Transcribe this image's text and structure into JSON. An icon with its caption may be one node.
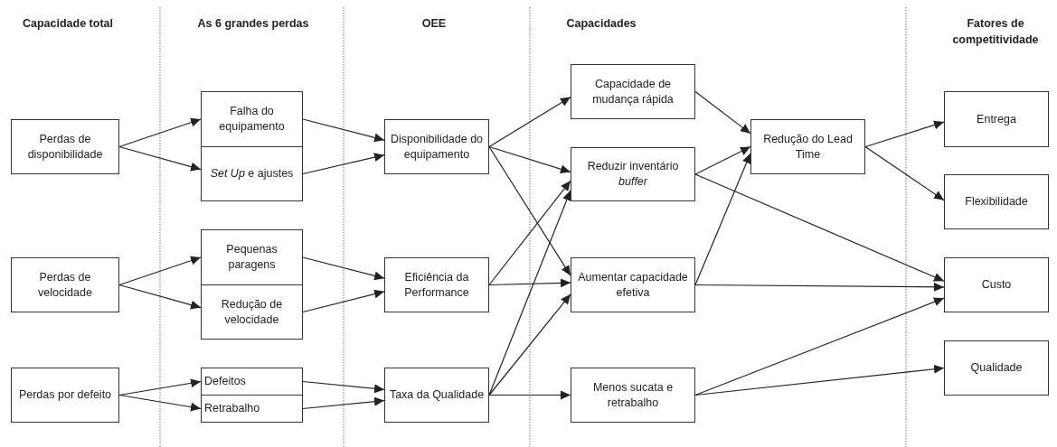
{
  "diagram": {
    "nodes": [
      {
        "text": [
          "Perdas de disponibilidade"
        ]
      },
      {
        "text": [
          "Falha do equipamento"
        ]
      },
      {
        "text": [
          "*Set Up* e ajustes"
        ]
      },
      {
        "text": [
          "Perdas de velocidade"
        ]
      },
      {
        "text": [
          "Pequenas paragens"
        ]
      },
      {
        "text": [
          "Redução de velocidade"
        ]
      },
      {
        "text": [
          "Perdas por defeito"
        ]
      },
      {
        "text": [
          "Defeitos"
        ]
      },
      {
        "text": [
          "Retrabalho"
        ]
      },
      {
        "text": [
          "Disponibilidade do equipamento"
        ]
      },
      {
        "text": [
          "Eficiência da Performance"
        ]
      },
      {
        "text": [
          "Taxa da Qualidade"
        ]
      },
      {
        "text": [
          "Capacidade de mudança rápida"
        ]
      },
      {
        "text": [
          "Reduzir inventário *buffer*"
        ]
      },
      {
        "text": [
          "Aumentar capacidade efetiva"
        ]
      },
      {
        "text": [
          "Menos sucata e retrabalho"
        ]
      },
      {
        "text": [
          "Redução do Lead Time"
        ]
      },
      {
        "text": [
          "Entrega"
        ]
      },
      {
        "text": [
          "Flexibilidade"
        ]
      },
      {
        "text": [
          "Custo"
        ]
      },
      {
        "text": [
          "Qualidade"
        ]
      }
    ],
    "edges": [
      {
        "from": 0,
        "to": 1,
        "arrow": "to"
      },
      {
        "from": 0,
        "to": 2,
        "arrow": "to"
      },
      {
        "from": 3,
        "to": 4,
        "arrow": "to"
      },
      {
        "from": 3,
        "to": 5,
        "arrow": "to"
      },
      {
        "from": 6,
        "to": 7,
        "arrow": "to"
      },
      {
        "from": 6,
        "to": 8,
        "arrow": "to"
      },
      {
        "from": 1,
        "to": 9,
        "arrow": "to"
      },
      {
        "from": 2,
        "to": 9,
        "arrow": "to"
      },
      {
        "from": 4,
        "to": 10,
        "arrow": "to"
      },
      {
        "from": 5,
        "to": 10,
        "arrow": "to"
      },
      {
        "from": 7,
        "to": 11,
        "arrow": "to"
      },
      {
        "from": 8,
        "to": 11,
        "arrow": "to"
      },
      {
        "from": 9,
        "to": 12,
        "arrow": "to"
      },
      {
        "from": 9,
        "to": 13,
        "arrow": "to"
      },
      {
        "from": 9,
        "to": 14,
        "arrow": "to"
      },
      {
        "from": 10,
        "to": 13,
        "arrow": "to"
      },
      {
        "from": 10,
        "to": 14,
        "arrow": "to"
      },
      {
        "from": 11,
        "to": 13,
        "arrow": "to"
      },
      {
        "from": 11,
        "to": 14,
        "arrow": "to"
      },
      {
        "from": 11,
        "to": 15,
        "arrow": "to"
      },
      {
        "from": 12,
        "to": 16,
        "arrow": "to"
      },
      {
        "from": 13,
        "to": 16,
        "arrow": "to"
      },
      {
        "from": 14,
        "to": 16,
        "arrow": "to"
      },
      {
        "from": 13,
        "to": 19,
        "arrow": "to"
      },
      {
        "from": 14,
        "to": 19,
        "arrow": "to"
      },
      {
        "from": 15,
        "to": 19,
        "arrow": "to"
      },
      {
        "from": 15,
        "to": 20,
        "arrow": "to"
      },
      {
        "from": 16,
        "to": 17,
        "arrow": "to"
      },
      {
        "from": 16,
        "to": 18,
        "arrow": "to"
      }
    ],
    "labels": [
      "Capacidade total",
      "As 6 grandes perdas",
      "OEE",
      "Capacidades",
      "Fatores de competitividade"
    ]
  }
}
